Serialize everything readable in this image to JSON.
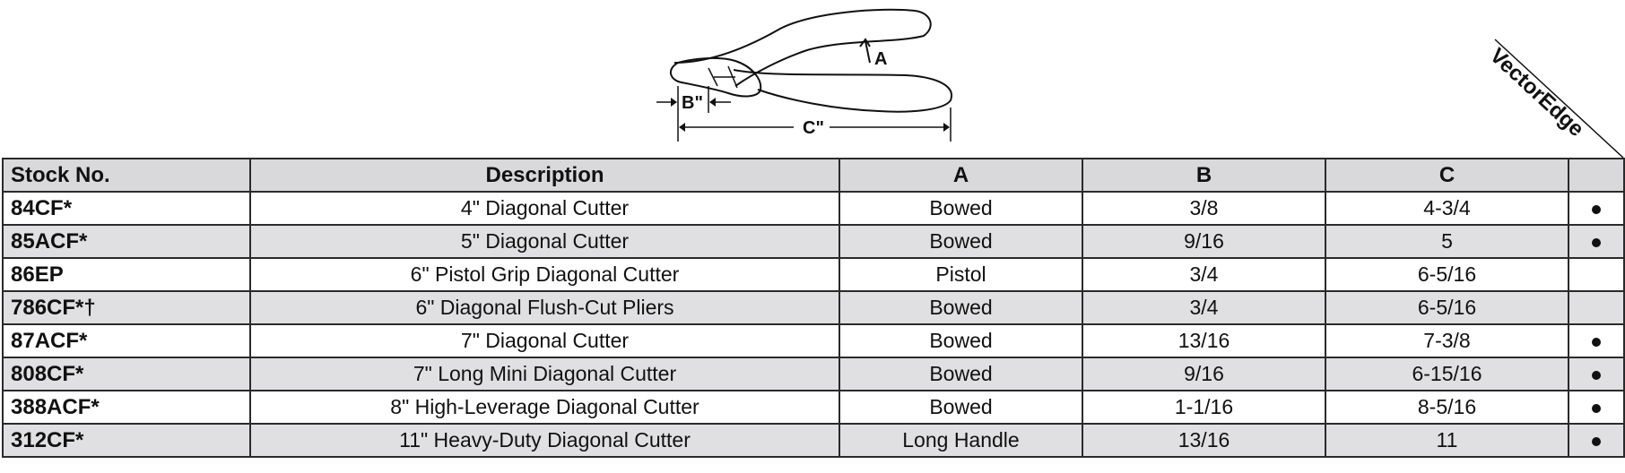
{
  "diagram": {
    "label_a": "A",
    "label_b": "B\"",
    "label_c": "C\"",
    "brand_label": "VectorEdge"
  },
  "table": {
    "headers": {
      "stock": "Stock No.",
      "description": "Description",
      "a": "A",
      "b": "B",
      "c": "C",
      "vector": ""
    },
    "rows": [
      {
        "stock": "84CF*",
        "description": "4\" Diagonal Cutter",
        "a": "Bowed",
        "b": "3/8",
        "c": "4-3/4",
        "vector": true
      },
      {
        "stock": "85ACF*",
        "description": "5\" Diagonal Cutter",
        "a": "Bowed",
        "b": "9/16",
        "c": "5",
        "vector": true
      },
      {
        "stock": "86EP",
        "description": "6\" Pistol Grip Diagonal Cutter",
        "a": "Pistol",
        "b": "3/4",
        "c": "6-5/16",
        "vector": false
      },
      {
        "stock": "786CF*†",
        "description": "6\" Diagonal Flush-Cut Pliers",
        "a": "Bowed",
        "b": "3/4",
        "c": "6-5/16",
        "vector": false
      },
      {
        "stock": "87ACF*",
        "description": "7\" Diagonal Cutter",
        "a": "Bowed",
        "b": "13/16",
        "c": "7-3/8",
        "vector": true
      },
      {
        "stock": "808CF*",
        "description": "7\" Long Mini Diagonal Cutter",
        "a": "Bowed",
        "b": "9/16",
        "c": "6-15/16",
        "vector": true
      },
      {
        "stock": "388ACF*",
        "description": "8\" High-Leverage Diagonal Cutter",
        "a": "Bowed",
        "b": "1-1/16",
        "c": "8-5/16",
        "vector": true
      },
      {
        "stock": "312CF*",
        "description": "11\" Heavy-Duty Diagonal Cutter",
        "a": "Long Handle",
        "b": "13/16",
        "c": "11",
        "vector": true
      }
    ]
  }
}
